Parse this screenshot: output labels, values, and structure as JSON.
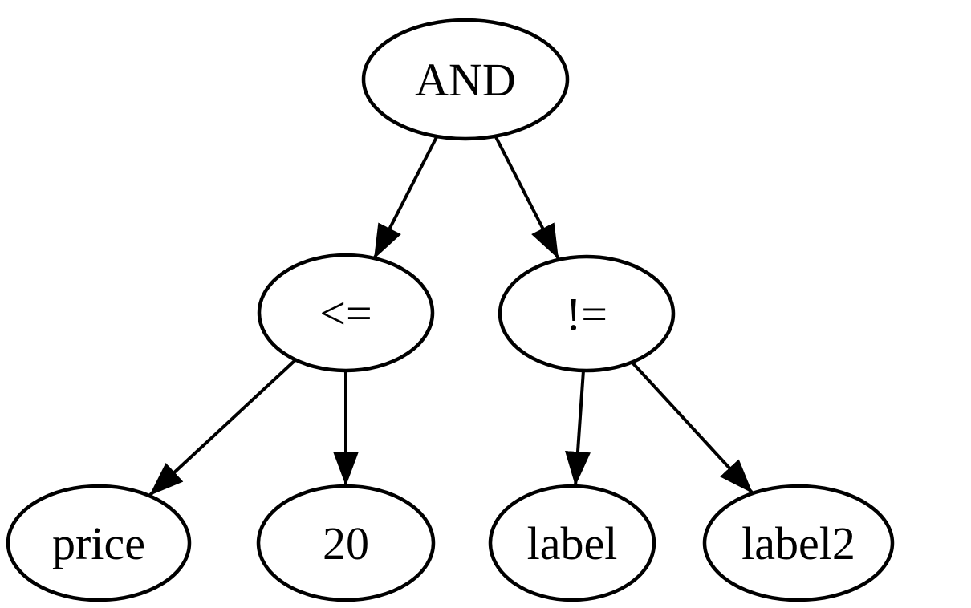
{
  "diagram": {
    "type": "tree",
    "background_color": "#ffffff",
    "node_stroke_color": "#000000",
    "text_color": "#000000",
    "nodes": [
      {
        "id": "and",
        "label": "AND",
        "role": "root-operator"
      },
      {
        "id": "le",
        "label": "<=",
        "role": "operator"
      },
      {
        "id": "ne",
        "label": "!=",
        "role": "operator"
      },
      {
        "id": "price",
        "label": "price",
        "role": "leaf"
      },
      {
        "id": "twenty",
        "label": "20",
        "role": "leaf"
      },
      {
        "id": "label",
        "label": "label",
        "role": "leaf"
      },
      {
        "id": "label2",
        "label": "label2",
        "role": "leaf"
      }
    ],
    "edges": [
      {
        "from": "AND",
        "to": "<="
      },
      {
        "from": "AND",
        "to": "!="
      },
      {
        "from": "<=",
        "to": "price"
      },
      {
        "from": "<=",
        "to": "20"
      },
      {
        "from": "!=",
        "to": "label"
      },
      {
        "from": "!=",
        "to": "label2"
      }
    ]
  }
}
